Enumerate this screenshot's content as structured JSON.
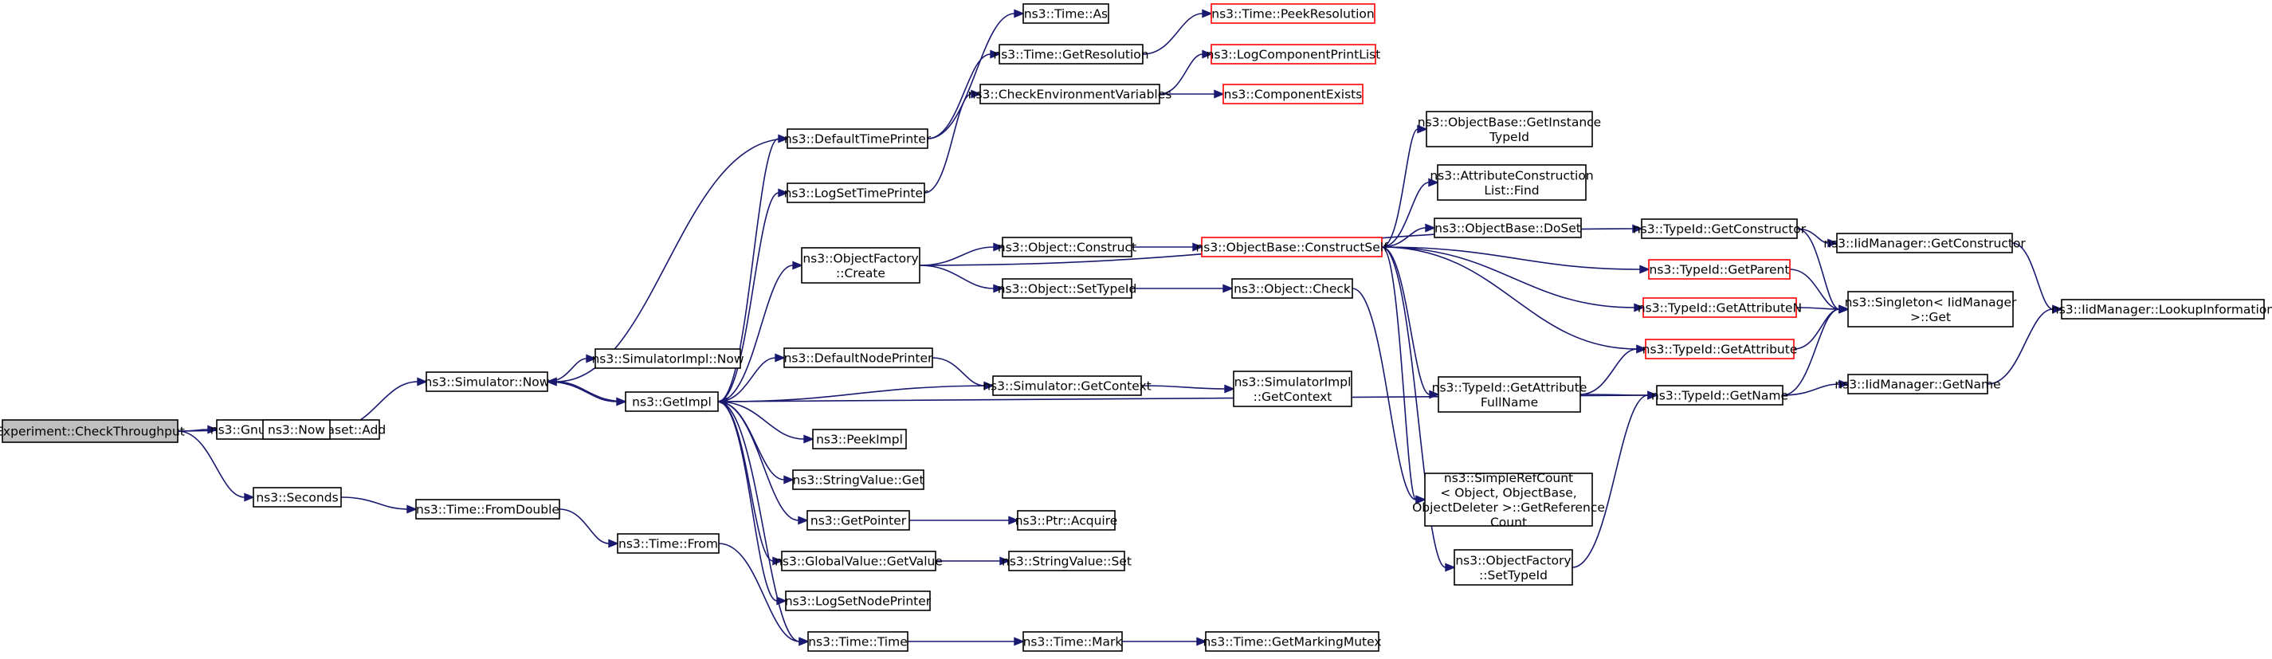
{
  "graph": {
    "nodes": [
      {
        "id": "root",
        "lines": [
          "Experiment::CheckThroughput"
        ],
        "root": true
      },
      {
        "id": "gnuadd",
        "lines": [
          "ns3::Gnuplot2dDataset::Add"
        ]
      },
      {
        "id": "now",
        "lines": [
          "ns3::Now"
        ]
      },
      {
        "id": "seconds",
        "lines": [
          "ns3::Seconds"
        ]
      },
      {
        "id": "simnow",
        "lines": [
          "ns3::Simulator::Now"
        ]
      },
      {
        "id": "implnow",
        "lines": [
          "ns3::SimulatorImpl::Now"
        ]
      },
      {
        "id": "getimpl",
        "lines": [
          "ns3::GetImpl"
        ]
      },
      {
        "id": "fromdouble",
        "lines": [
          "ns3::Time::FromDouble"
        ]
      },
      {
        "id": "timefrom",
        "lines": [
          "ns3::Time::From"
        ]
      },
      {
        "id": "deftp",
        "lines": [
          "ns3::DefaultTimePrinter"
        ]
      },
      {
        "id": "logstp",
        "lines": [
          "ns3::LogSetTimePrinter"
        ]
      },
      {
        "id": "objfac",
        "lines": [
          "ns3::ObjectFactory",
          "::Create"
        ]
      },
      {
        "id": "defnp",
        "lines": [
          "ns3::DefaultNodePrinter"
        ]
      },
      {
        "id": "peekimpl",
        "lines": [
          "ns3::PeekImpl"
        ]
      },
      {
        "id": "strget",
        "lines": [
          "ns3::StringValue::Get"
        ]
      },
      {
        "id": "getptr",
        "lines": [
          "ns3::GetPointer"
        ]
      },
      {
        "id": "gvget",
        "lines": [
          "ns3::GlobalValue::GetValue"
        ]
      },
      {
        "id": "logsnp",
        "lines": [
          "ns3::LogSetNodePrinter"
        ]
      },
      {
        "id": "timetime",
        "lines": [
          "ns3::Time::Time"
        ]
      },
      {
        "id": "timeas",
        "lines": [
          "ns3::Time::As"
        ]
      },
      {
        "id": "getres",
        "lines": [
          "ns3::Time::GetResolution"
        ]
      },
      {
        "id": "checkenv",
        "lines": [
          "ns3::CheckEnvironmentVariables"
        ]
      },
      {
        "id": "objconstruct",
        "lines": [
          "ns3::Object::Construct"
        ]
      },
      {
        "id": "objsettid",
        "lines": [
          "ns3::Object::SetTypeId"
        ]
      },
      {
        "id": "simgetctx",
        "lines": [
          "ns3::Simulator::GetContext"
        ]
      },
      {
        "id": "ptracq",
        "lines": [
          "ns3::Ptr::Acquire"
        ]
      },
      {
        "id": "strset",
        "lines": [
          "ns3::StringValue::Set"
        ]
      },
      {
        "id": "timemark",
        "lines": [
          "ns3::Time::Mark"
        ]
      },
      {
        "id": "peekres",
        "lines": [
          "ns3::Time::PeekResolution"
        ],
        "truncated": true
      },
      {
        "id": "logcpl",
        "lines": [
          "ns3::LogComponentPrintList"
        ],
        "truncated": true
      },
      {
        "id": "compex",
        "lines": [
          "ns3::ComponentExists"
        ],
        "truncated": true
      },
      {
        "id": "constructself",
        "lines": [
          "ns3::ObjectBase::ConstructSelf"
        ],
        "truncated": true
      },
      {
        "id": "objcheck",
        "lines": [
          "ns3::Object::Check"
        ]
      },
      {
        "id": "implgetctx",
        "lines": [
          "ns3::SimulatorImpl",
          "::GetContext"
        ]
      },
      {
        "id": "getmm",
        "lines": [
          "ns3::Time::GetMarkingMutex"
        ]
      },
      {
        "id": "obgit",
        "lines": [
          "ns3::ObjectBase::GetInstance",
          "TypeId"
        ]
      },
      {
        "id": "aclfind",
        "lines": [
          "ns3::AttributeConstruction",
          "List::Find"
        ]
      },
      {
        "id": "obdoset",
        "lines": [
          "ns3::ObjectBase::DoSet"
        ]
      },
      {
        "id": "tidgafn",
        "lines": [
          "ns3::TypeId::GetAttribute",
          "FullName"
        ]
      },
      {
        "id": "srcgetref",
        "lines": [
          "ns3::SimpleRefCount",
          "< Object, ObjectBase,",
          "ObjectDeleter >::GetReference",
          "Count"
        ]
      },
      {
        "id": "ofsettid",
        "lines": [
          "ns3::ObjectFactory",
          "::SetTypeId"
        ]
      },
      {
        "id": "tidgetctor",
        "lines": [
          "ns3::TypeId::GetConstructor"
        ]
      },
      {
        "id": "tidgetparent",
        "lines": [
          "ns3::TypeId::GetParent"
        ],
        "truncated": true
      },
      {
        "id": "tidgetattrn",
        "lines": [
          "ns3::TypeId::GetAttributeN"
        ],
        "truncated": true
      },
      {
        "id": "tidgetattr",
        "lines": [
          "ns3::TypeId::GetAttribute"
        ],
        "truncated": true
      },
      {
        "id": "tidgetname",
        "lines": [
          "ns3::TypeId::GetName"
        ]
      },
      {
        "id": "iidgetctor",
        "lines": [
          "ns3::IidManager::GetConstructor"
        ]
      },
      {
        "id": "singletonget",
        "lines": [
          "ns3::Singleton< IidManager",
          ">::Get"
        ]
      },
      {
        "id": "iidgetname",
        "lines": [
          "ns3::IidManager::GetName"
        ]
      },
      {
        "id": "iidlookup",
        "lines": [
          "ns3::IidManager::LookupInformation"
        ]
      }
    ],
    "edges": [
      [
        "root",
        "gnuadd"
      ],
      [
        "root",
        "now"
      ],
      [
        "root",
        "seconds"
      ],
      [
        "now",
        "simnow"
      ],
      [
        "simnow",
        "implnow"
      ],
      [
        "simnow",
        "getimpl"
      ],
      [
        "seconds",
        "fromdouble"
      ],
      [
        "fromdouble",
        "timefrom"
      ],
      [
        "timefrom",
        "timetime"
      ],
      [
        "getimpl",
        "simnow"
      ],
      [
        "getimpl",
        "deftp"
      ],
      [
        "getimpl",
        "logstp"
      ],
      [
        "getimpl",
        "objfac"
      ],
      [
        "getimpl",
        "defnp"
      ],
      [
        "getimpl",
        "peekimpl"
      ],
      [
        "getimpl",
        "strget"
      ],
      [
        "getimpl",
        "getptr"
      ],
      [
        "getimpl",
        "gvget"
      ],
      [
        "getimpl",
        "logsnp"
      ],
      [
        "getimpl",
        "timetime"
      ],
      [
        "getimpl",
        "tidgetname"
      ],
      [
        "deftp",
        "timeas"
      ],
      [
        "deftp",
        "getres"
      ],
      [
        "deftp",
        "simnow"
      ],
      [
        "logstp",
        "checkenv"
      ],
      [
        "getres",
        "peekres"
      ],
      [
        "checkenv",
        "logcpl"
      ],
      [
        "checkenv",
        "compex"
      ],
      [
        "objfac",
        "objconstruct"
      ],
      [
        "objfac",
        "objsettid"
      ],
      [
        "objfac",
        "tidgetctor"
      ],
      [
        "objconstruct",
        "constructself"
      ],
      [
        "objsettid",
        "objcheck"
      ],
      [
        "defnp",
        "simgetctx"
      ],
      [
        "simgetctx",
        "implgetctx"
      ],
      [
        "simgetctx",
        "getimpl"
      ],
      [
        "getptr",
        "ptracq"
      ],
      [
        "gvget",
        "strset"
      ],
      [
        "timetime",
        "timemark"
      ],
      [
        "timemark",
        "getmm"
      ],
      [
        "constructself",
        "obgit"
      ],
      [
        "constructself",
        "aclfind"
      ],
      [
        "constructself",
        "obdoset"
      ],
      [
        "constructself",
        "tidgetparent"
      ],
      [
        "constructself",
        "tidgetattrn"
      ],
      [
        "constructself",
        "tidgetattr"
      ],
      [
        "constructself",
        "tidgafn"
      ],
      [
        "constructself",
        "srcgetref"
      ],
      [
        "constructself",
        "ofsettid"
      ],
      [
        "objcheck",
        "srcgetref"
      ],
      [
        "ofsettid",
        "tidgetname"
      ],
      [
        "tidgafn",
        "tidgetattr"
      ],
      [
        "tidgafn",
        "tidgetname"
      ],
      [
        "tidgetctor",
        "iidgetctor"
      ],
      [
        "tidgetctor",
        "singletonget"
      ],
      [
        "tidgetparent",
        "singletonget"
      ],
      [
        "tidgetattrn",
        "singletonget"
      ],
      [
        "tidgetattr",
        "singletonget"
      ],
      [
        "tidgetname",
        "singletonget"
      ],
      [
        "tidgetname",
        "iidgetname"
      ],
      [
        "iidgetctor",
        "iidlookup"
      ],
      [
        "iidgetname",
        "iidlookup"
      ]
    ]
  }
}
